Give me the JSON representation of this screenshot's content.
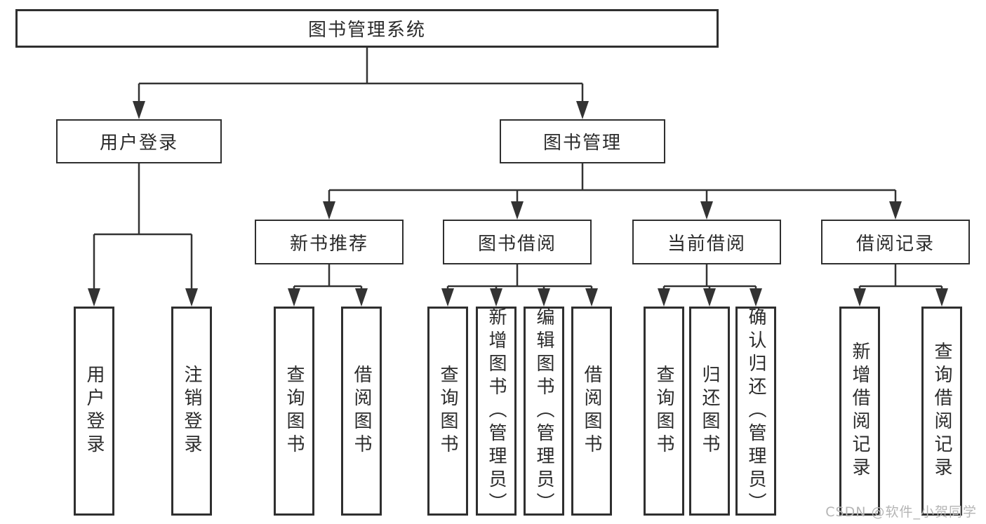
{
  "diagram": {
    "root": {
      "label": "图书管理系统"
    },
    "branches": [
      {
        "label": "用户登录",
        "children": [
          {
            "label": "用户登录"
          },
          {
            "label": "注销登录"
          }
        ]
      },
      {
        "label": "图书管理",
        "children": [
          {
            "label": "新书推荐",
            "children": [
              {
                "label": "查询图书"
              },
              {
                "label": "借阅图书"
              }
            ]
          },
          {
            "label": "图书借阅",
            "children": [
              {
                "label": "查询图书"
              },
              {
                "label": "新增图书（管理员）"
              },
              {
                "label": "编辑图书（管理员）"
              },
              {
                "label": "借阅图书"
              }
            ]
          },
          {
            "label": "当前借阅",
            "children": [
              {
                "label": "查询图书"
              },
              {
                "label": "归还图书"
              },
              {
                "label": "确认归还（管理员）"
              }
            ]
          },
          {
            "label": "借阅记录",
            "children": [
              {
                "label": "新增借阅记录"
              },
              {
                "label": "查询借阅记录"
              }
            ]
          }
        ]
      }
    ]
  },
  "watermark": {
    "text": "CSDN @软件_小贺同学"
  },
  "colors": {
    "line": "#333333",
    "box_border": "#2f2f2f",
    "text": "#2b2b2b",
    "watermark": "#b5b5b5",
    "background": "#ffffff"
  }
}
